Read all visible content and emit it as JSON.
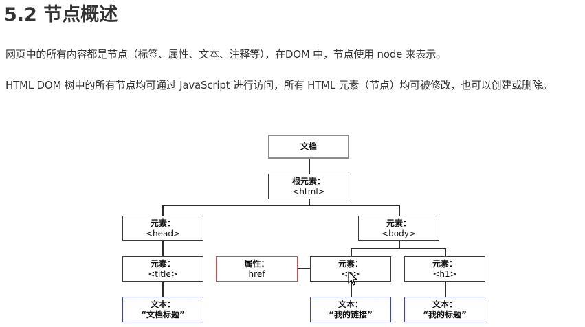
{
  "heading": "5.2 节点概述",
  "paragraphs": [
    "网页中的所有内容都是节点（标签、属性、文本、注释等），在DOM 中，节点使用 node 来表示。",
    "HTML DOM 树中的所有节点均可通过 JavaScript 进行访问，所有 HTML 元素（节点）均可被修改，也可以创建或删除。"
  ],
  "tree": {
    "document": "文档",
    "root": {
      "kind": "根元素：",
      "tag": "<html>"
    },
    "head": {
      "kind": "元素：",
      "tag": "<head>"
    },
    "body": {
      "kind": "元素：",
      "tag": "<body>"
    },
    "title": {
      "kind": "元素：",
      "tag": "<title>"
    },
    "attribute": {
      "kind": "属性：",
      "tag": "href"
    },
    "a": {
      "kind": "元素：",
      "tag": "<a>"
    },
    "h1": {
      "kind": "元素：",
      "tag": "<h1>"
    },
    "title_text": {
      "kind": "文本：",
      "tag": "“文档标题”"
    },
    "a_text": {
      "kind": "文本：",
      "tag": "“我的链接”"
    },
    "h1_text": {
      "kind": "文本：",
      "tag": "“我的标题”"
    }
  },
  "colors": {
    "element_border": "#3a3a3a",
    "attribute_border": "#d64a4a",
    "text_border": "#3b44b8",
    "document_border": "#8c8c8c"
  }
}
